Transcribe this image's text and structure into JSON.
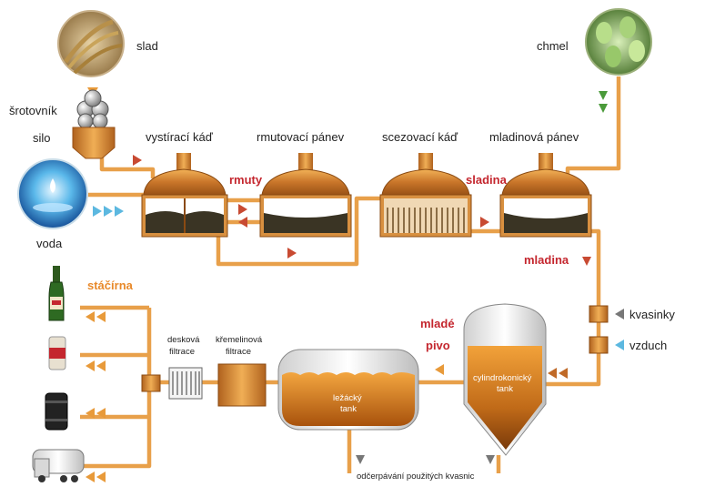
{
  "labels": {
    "slad": "slad",
    "srotovnik": "šrotovník",
    "silo": "silo",
    "voda": "voda",
    "chmel": "chmel",
    "vystiraci_kad": "vystírací káď",
    "rmutovaci_panev": "rmutovací pánev",
    "scezovaci_kad": "scezovací káď",
    "mladinova_panev": "mladinová pánev",
    "rmuty": "rmuty",
    "sladina": "sladina",
    "mladina": "mladina",
    "kvasinky": "kvasinky",
    "vzduch": "vzduch",
    "mlade": "mladé",
    "pivo": "pivo",
    "cylindrokonicky": "cylindrokonický",
    "cylindro_tank": "tank",
    "lezacky": "ležácký",
    "lezacky_tank": "tank",
    "kremelinova": "křemelinová",
    "kremelinova_filtrace": "filtrace",
    "deskova": "desková",
    "deskova_filtrace": "filtrace",
    "stacirna": "stáčírna",
    "odcerpavani": "odčerpávání použitých kvasnic"
  },
  "colors": {
    "pipe": "#e8a04a",
    "pipe_dark": "#b06a1c",
    "red_label": "#c4262e",
    "orange_label": "#e8892a",
    "arrow_red": "#c84a32",
    "arrow_orange": "#e89a3a",
    "arrow_blue": "#5cb8e0",
    "arrow_green": "#4a9a3a",
    "arrow_grey": "#777777"
  }
}
